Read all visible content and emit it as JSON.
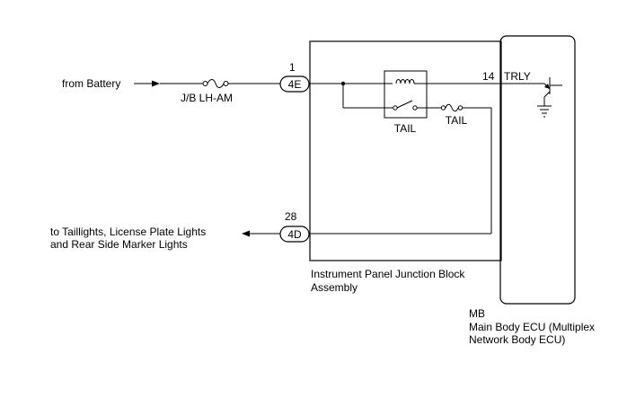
{
  "labels": {
    "from_battery": "from Battery",
    "fuse_am": "J/B LH-AM",
    "tail_relay": "TAIL",
    "tail_fuse": "TAIL",
    "to_taillights_line1": "to Taillights, License Plate Lights",
    "to_taillights_line2": "and Rear Side Marker Lights",
    "ip_jb_line1": "Instrument Panel Junction Block",
    "ip_jb_line2": "Assembly",
    "ecu_code": "MB",
    "ecu_line1": "Main Body ECU (Multiplex",
    "ecu_line2": "Network Body ECU)",
    "trly_pin": "14",
    "trly_name": "TRLY"
  },
  "connectors": {
    "top": {
      "pin": "1",
      "id": "4E"
    },
    "bottom": {
      "pin": "28",
      "id": "4D"
    }
  }
}
